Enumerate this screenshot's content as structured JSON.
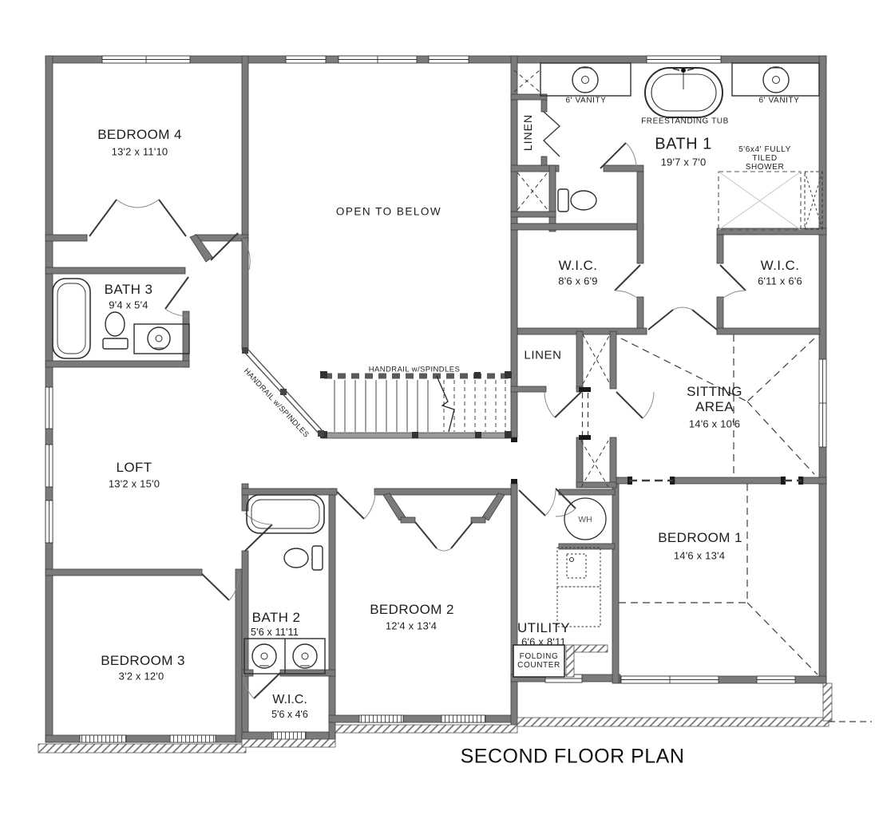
{
  "title": "SECOND FLOOR PLAN",
  "colors": {
    "wall_fill": "#7b7b7b",
    "wall_edge": "#3e3e3e",
    "line": "#2e2e2e",
    "background": "#ffffff"
  },
  "rooms": {
    "bedroom4": {
      "name": "BEDROOM 4",
      "dims": "13'2 x 11'10"
    },
    "open_to_below": {
      "label": "OPEN TO BELOW"
    },
    "bath1": {
      "name": "BATH 1",
      "dims": "19'7 x 7'0"
    },
    "wic1": {
      "name": "W.I.C.",
      "dims": "8'6 x 6'9"
    },
    "wic2": {
      "name": "W.I.C.",
      "dims": "6'11 x 6'6"
    },
    "sitting_area": {
      "name": "SITTING AREA",
      "dims": "14'6 x 10'6"
    },
    "bath3": {
      "name": "BATH 3",
      "dims": "9'4 x 5'4"
    },
    "loft": {
      "name": "LOFT",
      "dims": "13'2 x 15'0"
    },
    "bedroom1": {
      "name": "BEDROOM 1",
      "dims": "14'6 x 13'4"
    },
    "utility": {
      "name": "UTILITY",
      "dims": "6'6 x 8'11"
    },
    "bedroom2": {
      "name": "BEDROOM 2",
      "dims": "12'4 x 13'4"
    },
    "bath2": {
      "name": "BATH 2",
      "dims": "5'6 x 11'11"
    },
    "wic3": {
      "name": "W.I.C.",
      "dims": "5'6 x 4'6"
    },
    "bedroom3": {
      "name": "BEDROOM 3",
      "dims": "3'2 x 12'0"
    }
  },
  "labels": {
    "linen_upper": "LINEN",
    "linen_lower": "LINEN",
    "vanity_left": "6' VANITY",
    "vanity_right": "6' VANITY",
    "freestanding_tub": "FREESTANDING TUB",
    "tiled_shower": "5'6x4' FULLY TILED SHOWER",
    "handrail_top": "HANDRAIL w/SPINDLES",
    "handrail_diag": "HANDRAIL w/SPINDLES",
    "water_heater": "WH",
    "folding_counter": "FOLDING COUNTER"
  }
}
